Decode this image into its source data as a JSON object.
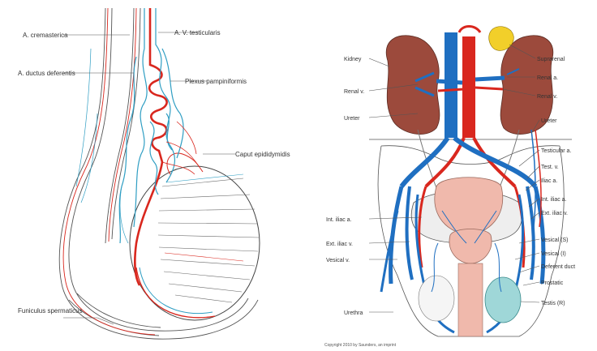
{
  "colors": {
    "artery": "#d9271e",
    "vein": "#1f6fc1",
    "thin_vessel": "#2f9ec3",
    "kidney": "#9c4a3c",
    "adrenal": "#f2cf2a",
    "prostate": "#f0b9ac",
    "testis": "#9fd7d8",
    "outline": "#444444"
  },
  "left_figure": {
    "labels": {
      "a_cremasterica": "A. cremasterica",
      "a_testicularis": "A. V. testicularis",
      "a_ductus_deferentis": "A. ductus deferentis",
      "plexus_pampiniformis": "Plexus pampiniformis",
      "epididymis": "Caput epididymidis",
      "funiculus": "Funiculus spermaticus"
    }
  },
  "right_figure": {
    "labels": {
      "l_kidney": "Kidney",
      "l_renal": "Renal v.",
      "l_ureter": "Ureter",
      "l_internal_iliac": "Int. iliac a.",
      "l_external_iliac": "Ext. iliac v.",
      "l_vesical": "Vesical v.",
      "l_urethra": "Urethra",
      "r_adrenal": "Suprarenal",
      "r_renal_a": "Renal a.",
      "r_renal_v": "Renal v.",
      "r_ureter": "Ureter",
      "r_test_a": "Testicular a.",
      "r_test_v": "Test. v.",
      "r_iliac": "Iliac a.",
      "r_int_iliac": "Int. iliac a.",
      "r_ext_iliac": "Ext. iliac v.",
      "r_vesical_sup": "Vesical (S)",
      "r_vesical_inf": "Vesical (I)",
      "r_deferent": "Deferent duct",
      "r_prostatic": "Prostatic",
      "r_testis": "Testis (R)"
    },
    "credit": "Copyright 2010 by Saunders, an imprint"
  }
}
